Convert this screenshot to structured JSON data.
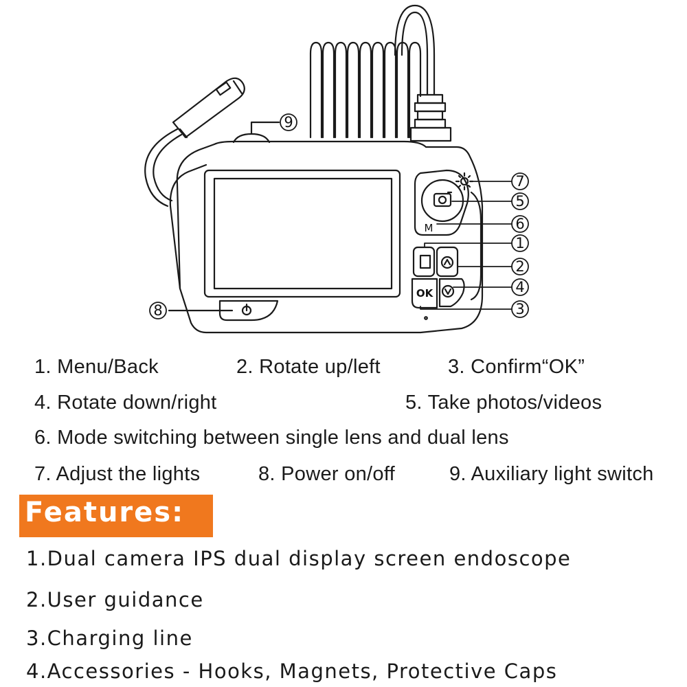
{
  "diagram": {
    "callouts": [
      {
        "id": "1",
        "label": "①"
      },
      {
        "id": "2",
        "label": "②"
      },
      {
        "id": "3",
        "label": "③"
      },
      {
        "id": "4",
        "label": "④"
      },
      {
        "id": "5",
        "label": "⑤"
      },
      {
        "id": "6",
        "label": "⑥"
      },
      {
        "id": "7",
        "label": "⑦"
      },
      {
        "id": "8",
        "label": "⑧"
      },
      {
        "id": "9",
        "label": "⑨"
      }
    ],
    "buttons": {
      "mode": "M",
      "ok": "OK"
    }
  },
  "legend": {
    "item1": "1. Menu/Back",
    "item2": "2. Rotate up/left",
    "item3": "3. Confirm“OK”",
    "item4": "4. Rotate down/right",
    "item5": "5. Take photos/videos",
    "item6": "6. Mode switching between single lens and dual lens",
    "item7": "7. Adjust the lights",
    "item8": "8. Power on/off",
    "item9": "9. Auxiliary light switch"
  },
  "features": {
    "title": "Features:",
    "items": [
      "1.Dual camera IPS dual display screen endoscope",
      "2.User guidance",
      "3.Charging line",
      "4.Accessories - Hooks, Magnets, Protective Caps"
    ],
    "banner_color": "#f0781e"
  }
}
